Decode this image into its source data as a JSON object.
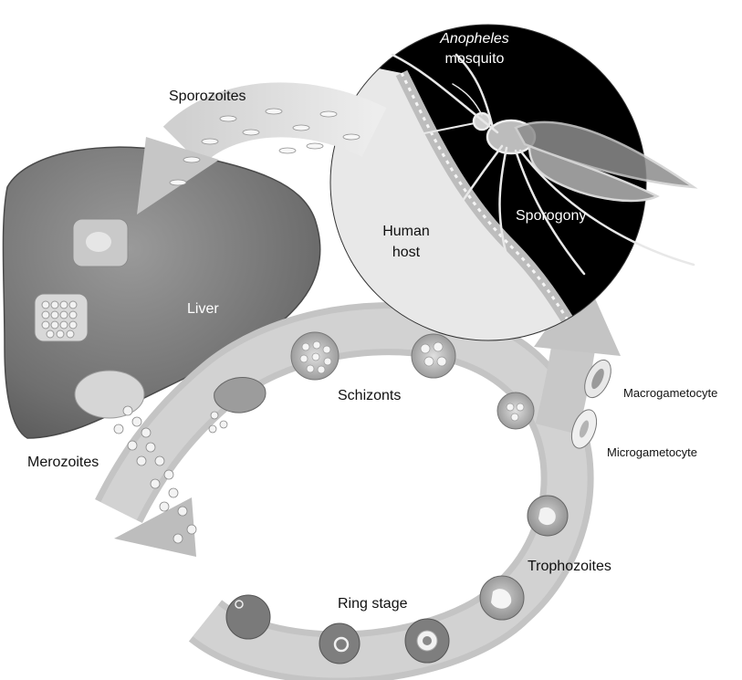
{
  "labels": {
    "anopheles": "Anopheles",
    "mosquito": "mosquito",
    "sporozoites": "Sporozoites",
    "human": "Human",
    "host": "host",
    "sporogony": "Sporogony",
    "liver": "Liver",
    "schizonts": "Schizonts",
    "macrogametocyte": "Macrogametocyte",
    "microgametocyte": "Microgametocyte",
    "merozoites": "Merozoites",
    "trophozoites": "Trophozoites",
    "ring_stage": "Ring stage"
  },
  "colors": {
    "liver": "#777777",
    "arrow": "#bdbdbd",
    "mosquito_panel": "#000000",
    "skin": "#e6e6e6",
    "cell": "#8a8a8a"
  }
}
